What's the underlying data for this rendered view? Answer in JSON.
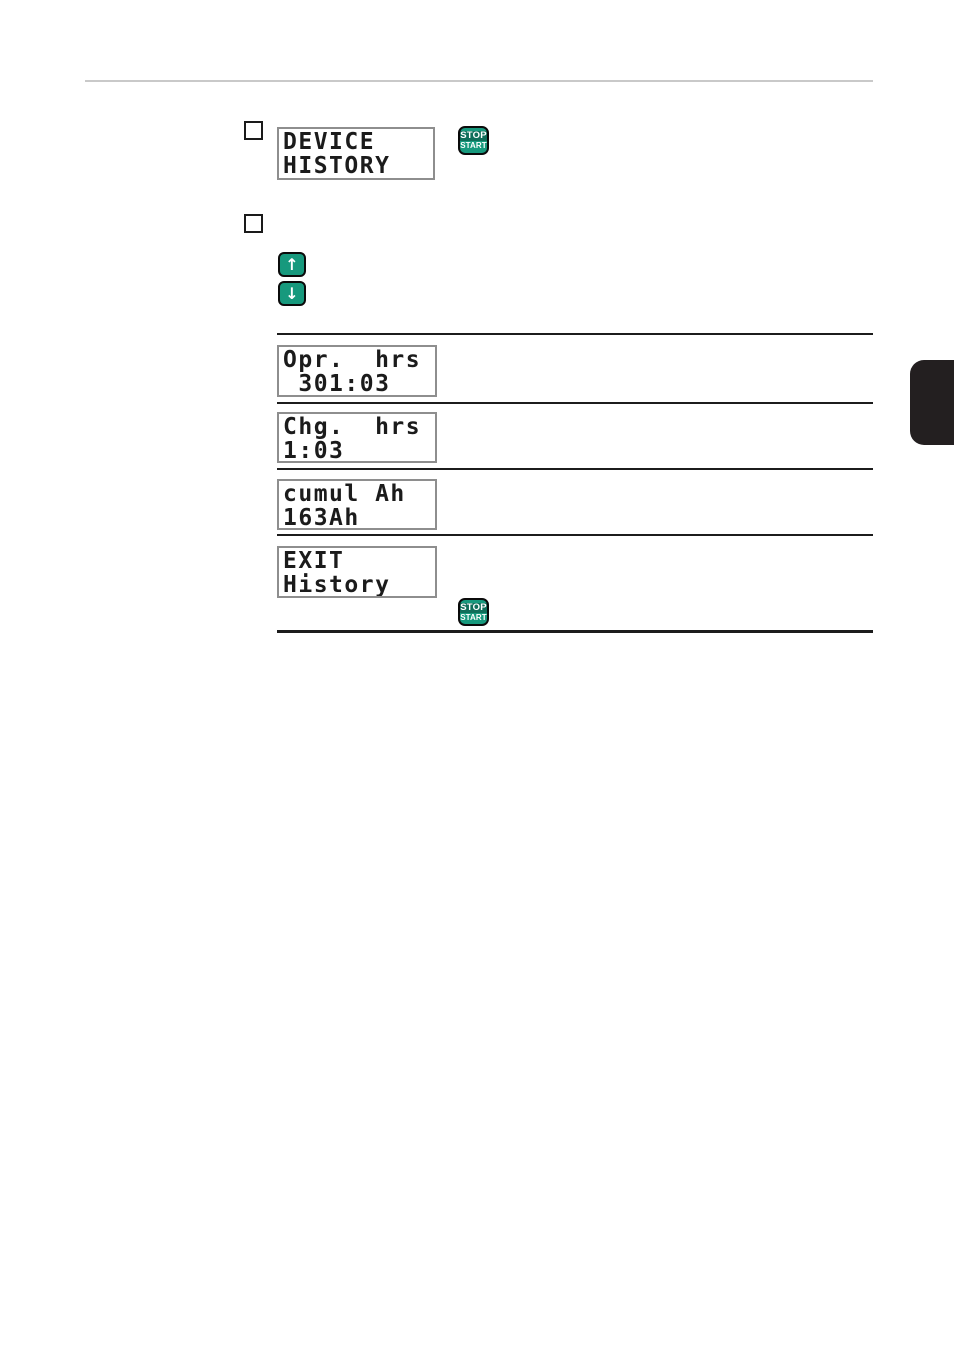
{
  "lcds": [
    {
      "name": "device-history",
      "line1": "DEVICE",
      "line2": "HISTORY"
    },
    {
      "name": "operating-hours",
      "line1": "Opr.  hrs",
      "line2": " 301:03"
    },
    {
      "name": "charging-hours",
      "line1": "Chg.  hrs",
      "line2": "1:03"
    },
    {
      "name": "cumulative-ah",
      "line1": "cumul Ah",
      "line2": "163Ah"
    },
    {
      "name": "exit-history",
      "line1": "EXIT",
      "line2": "History"
    }
  ],
  "keys": {
    "stop_start": {
      "top": "STOP",
      "bottom": "START"
    },
    "up_arrow": "↑",
    "down_arrow": "↓"
  },
  "colors": {
    "key_teal": "#17997d",
    "rule_gray": "#c9c9c9",
    "rule_black": "#1c1c1c",
    "lcd_border": "#8e8e8e",
    "tab_black": "#231f20"
  }
}
